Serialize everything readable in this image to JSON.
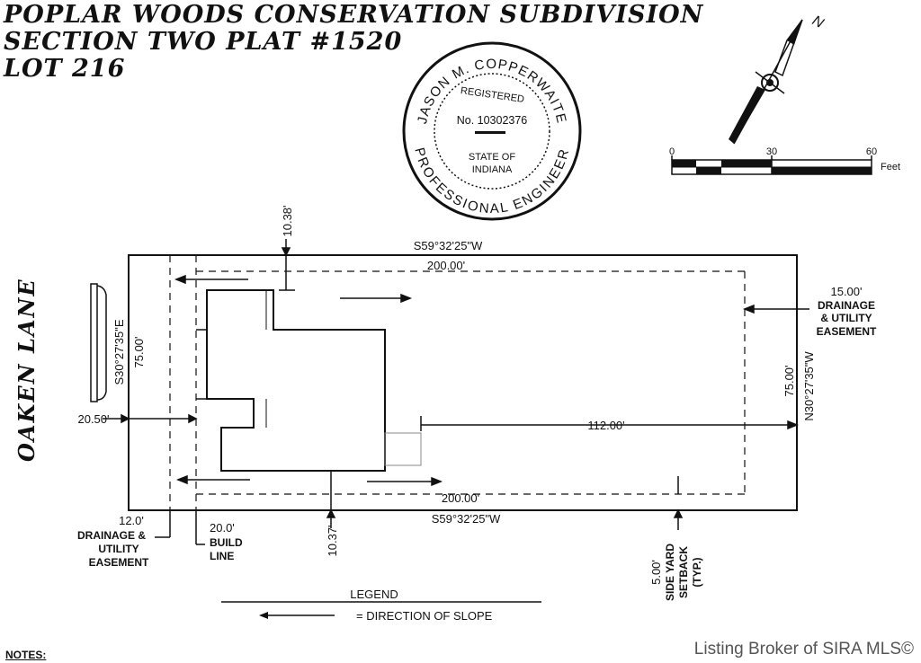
{
  "title": {
    "line1": "POPLAR WOODS CONSERVATION SUBDIVISION",
    "line2": "SECTION TWO PLAT #1520",
    "line3": "LOT 216"
  },
  "seal": {
    "name_arc": "JASON M. COPPERWAITE",
    "registered": "REGISTERED",
    "number": "No. 10302376",
    "state_line1": "STATE OF",
    "state_line2": "INDIANA",
    "profession_arc": "PROFESSIONAL ENGINEER"
  },
  "north_arrow": {
    "label": "N"
  },
  "scale_bar": {
    "tick_0": "0",
    "tick_30": "30",
    "tick_60": "60",
    "unit": "Feet"
  },
  "street": {
    "name": "OAKEN LANE"
  },
  "boundary": {
    "top_bearing": "S59°32'25\"W",
    "top_distance": "200.00'",
    "bottom_bearing": "S59°32'25\"W",
    "bottom_distance": "200.00'",
    "left_bearing": "S30°27'35\"E",
    "left_distance": "75.00'",
    "right_bearing": "N30°27'35\"W",
    "right_distance": "75.00'"
  },
  "dimensions": {
    "top_offset": "10.38'",
    "bottom_offset": "10.37'",
    "left_offset": "20.50'",
    "rear_distance": "112.00'"
  },
  "easements": {
    "right_line1": "15.00'",
    "right_line2": "DRAINAGE",
    "right_line3": "& UTILITY",
    "right_line4": "EASEMENT",
    "left_line1": "12.0'",
    "left_line2": "DRAINAGE &",
    "left_line3": "UTILITY",
    "left_line4": "EASEMENT",
    "build_line1": "20.0'",
    "build_line2": "BUILD",
    "build_line3": "LINE",
    "setback_line1": "5.00'",
    "setback_line2": "SIDE YARD",
    "setback_line3": "SETBACK",
    "setback_line4": "(TYP.)"
  },
  "legend": {
    "title": "LEGEND",
    "slope_label": "= DIRECTION OF SLOPE"
  },
  "notes": {
    "label": "NOTES:"
  },
  "watermark": {
    "text": "Listing Broker of SIRA MLS©"
  }
}
